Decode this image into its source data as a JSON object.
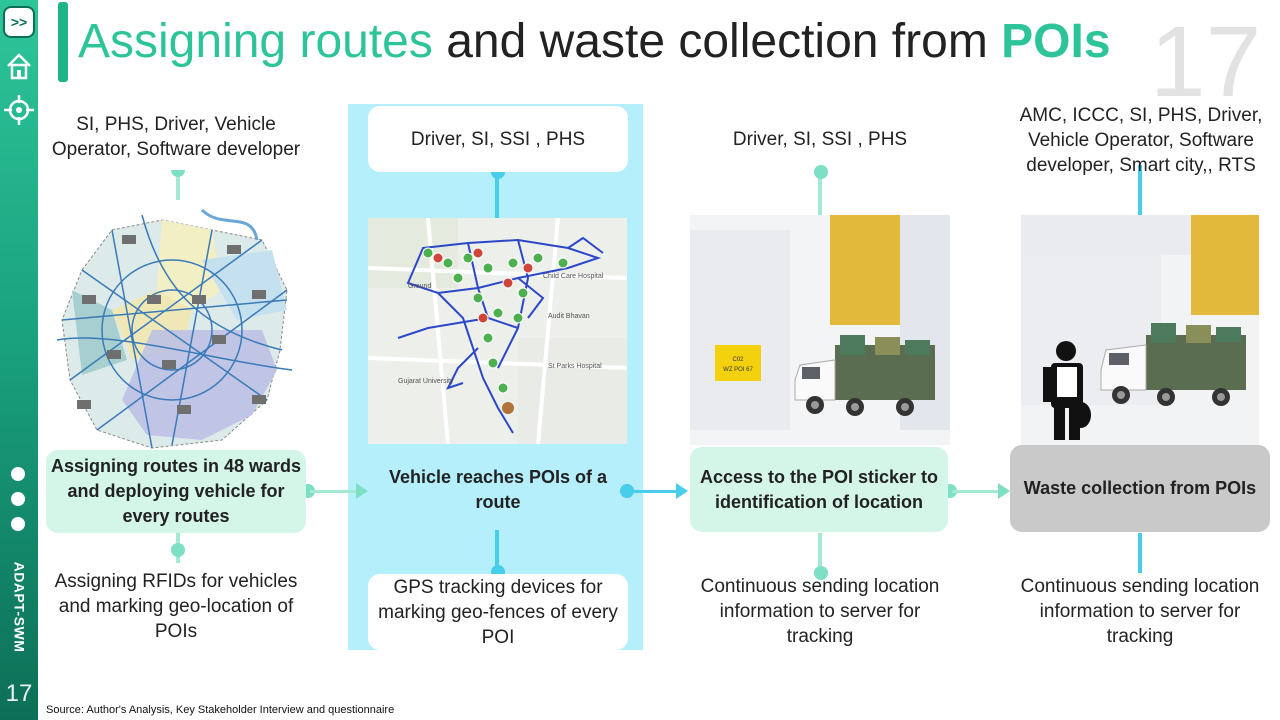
{
  "sidebar": {
    "next_label": ">>",
    "home_icon": "home-icon",
    "target_icon": "crosshair-icon",
    "vertical_label": "ADAPT-SWM",
    "page_number": "17"
  },
  "title": {
    "part1": "Assigning routes",
    "part2": " and waste collection from ",
    "part3": "POIs"
  },
  "watermark_number": "17",
  "columns": [
    {
      "stakeholders": "SI, PHS, Driver, Vehicle Operator, Software developer",
      "process": "Assigning routes in 48 wards and deploying vehicle for every routes",
      "detail": "Assigning RFIDs for vehicles and marking geo-location of POIs"
    },
    {
      "stakeholders": "Driver, SI, SSI , PHS",
      "process": "Vehicle reaches POIs of a route",
      "detail": "GPS tracking devices for marking  geo-fences of every POI"
    },
    {
      "stakeholders": "Driver, SI, SSI , PHS",
      "process": "Access to the POI sticker to identification of location",
      "detail": "Continuous sending location information to server for tracking",
      "sticker_line1": "C02",
      "sticker_line2": "WZ POI 67"
    },
    {
      "stakeholders": "AMC, ICCC, SI, PHS, Driver, Vehicle Operator, Software developer, Smart city,, RTS",
      "process": "Waste collection from POIs",
      "detail": "Continuous sending location information to server for tracking"
    }
  ],
  "map_labels": {
    "ground": "Ground",
    "care": "Child Care Hospital",
    "bhavan": "Audit Bhavan",
    "hospital": "St Parks Hospital",
    "university": "Gujarat University"
  },
  "source": "Source: Author's Analysis, Key Stakeholder Interview and questionnaire",
  "colors": {
    "accent": "#2ec49a",
    "highlight_column": "#b5effb",
    "process_green": "#d4f6e9",
    "process_grey": "#c9c9c9"
  }
}
